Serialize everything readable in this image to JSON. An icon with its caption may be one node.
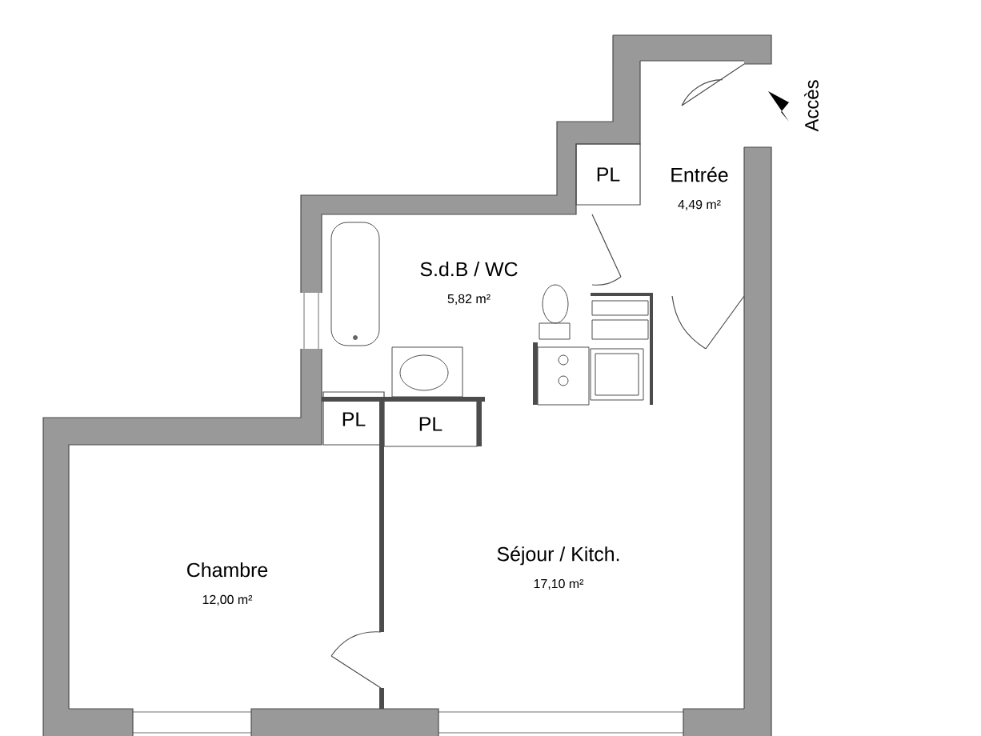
{
  "diagram": {
    "nodes": [
      {
        "text": [
          "Entrée",
          "4,49 m²"
        ]
      },
      {
        "text": [
          "PL"
        ]
      },
      {
        "text": [
          "S.d.B / WC",
          "5,82 m²"
        ]
      },
      {
        "text": [
          "PL"
        ]
      },
      {
        "text": [
          "PL"
        ]
      },
      {
        "text": [
          "Chambre",
          "12,00 m²"
        ]
      },
      {
        "text": [
          "Séjour / Kitch.",
          "17,10 m²"
        ]
      }
    ],
    "labels": [
      "Accès"
    ]
  }
}
